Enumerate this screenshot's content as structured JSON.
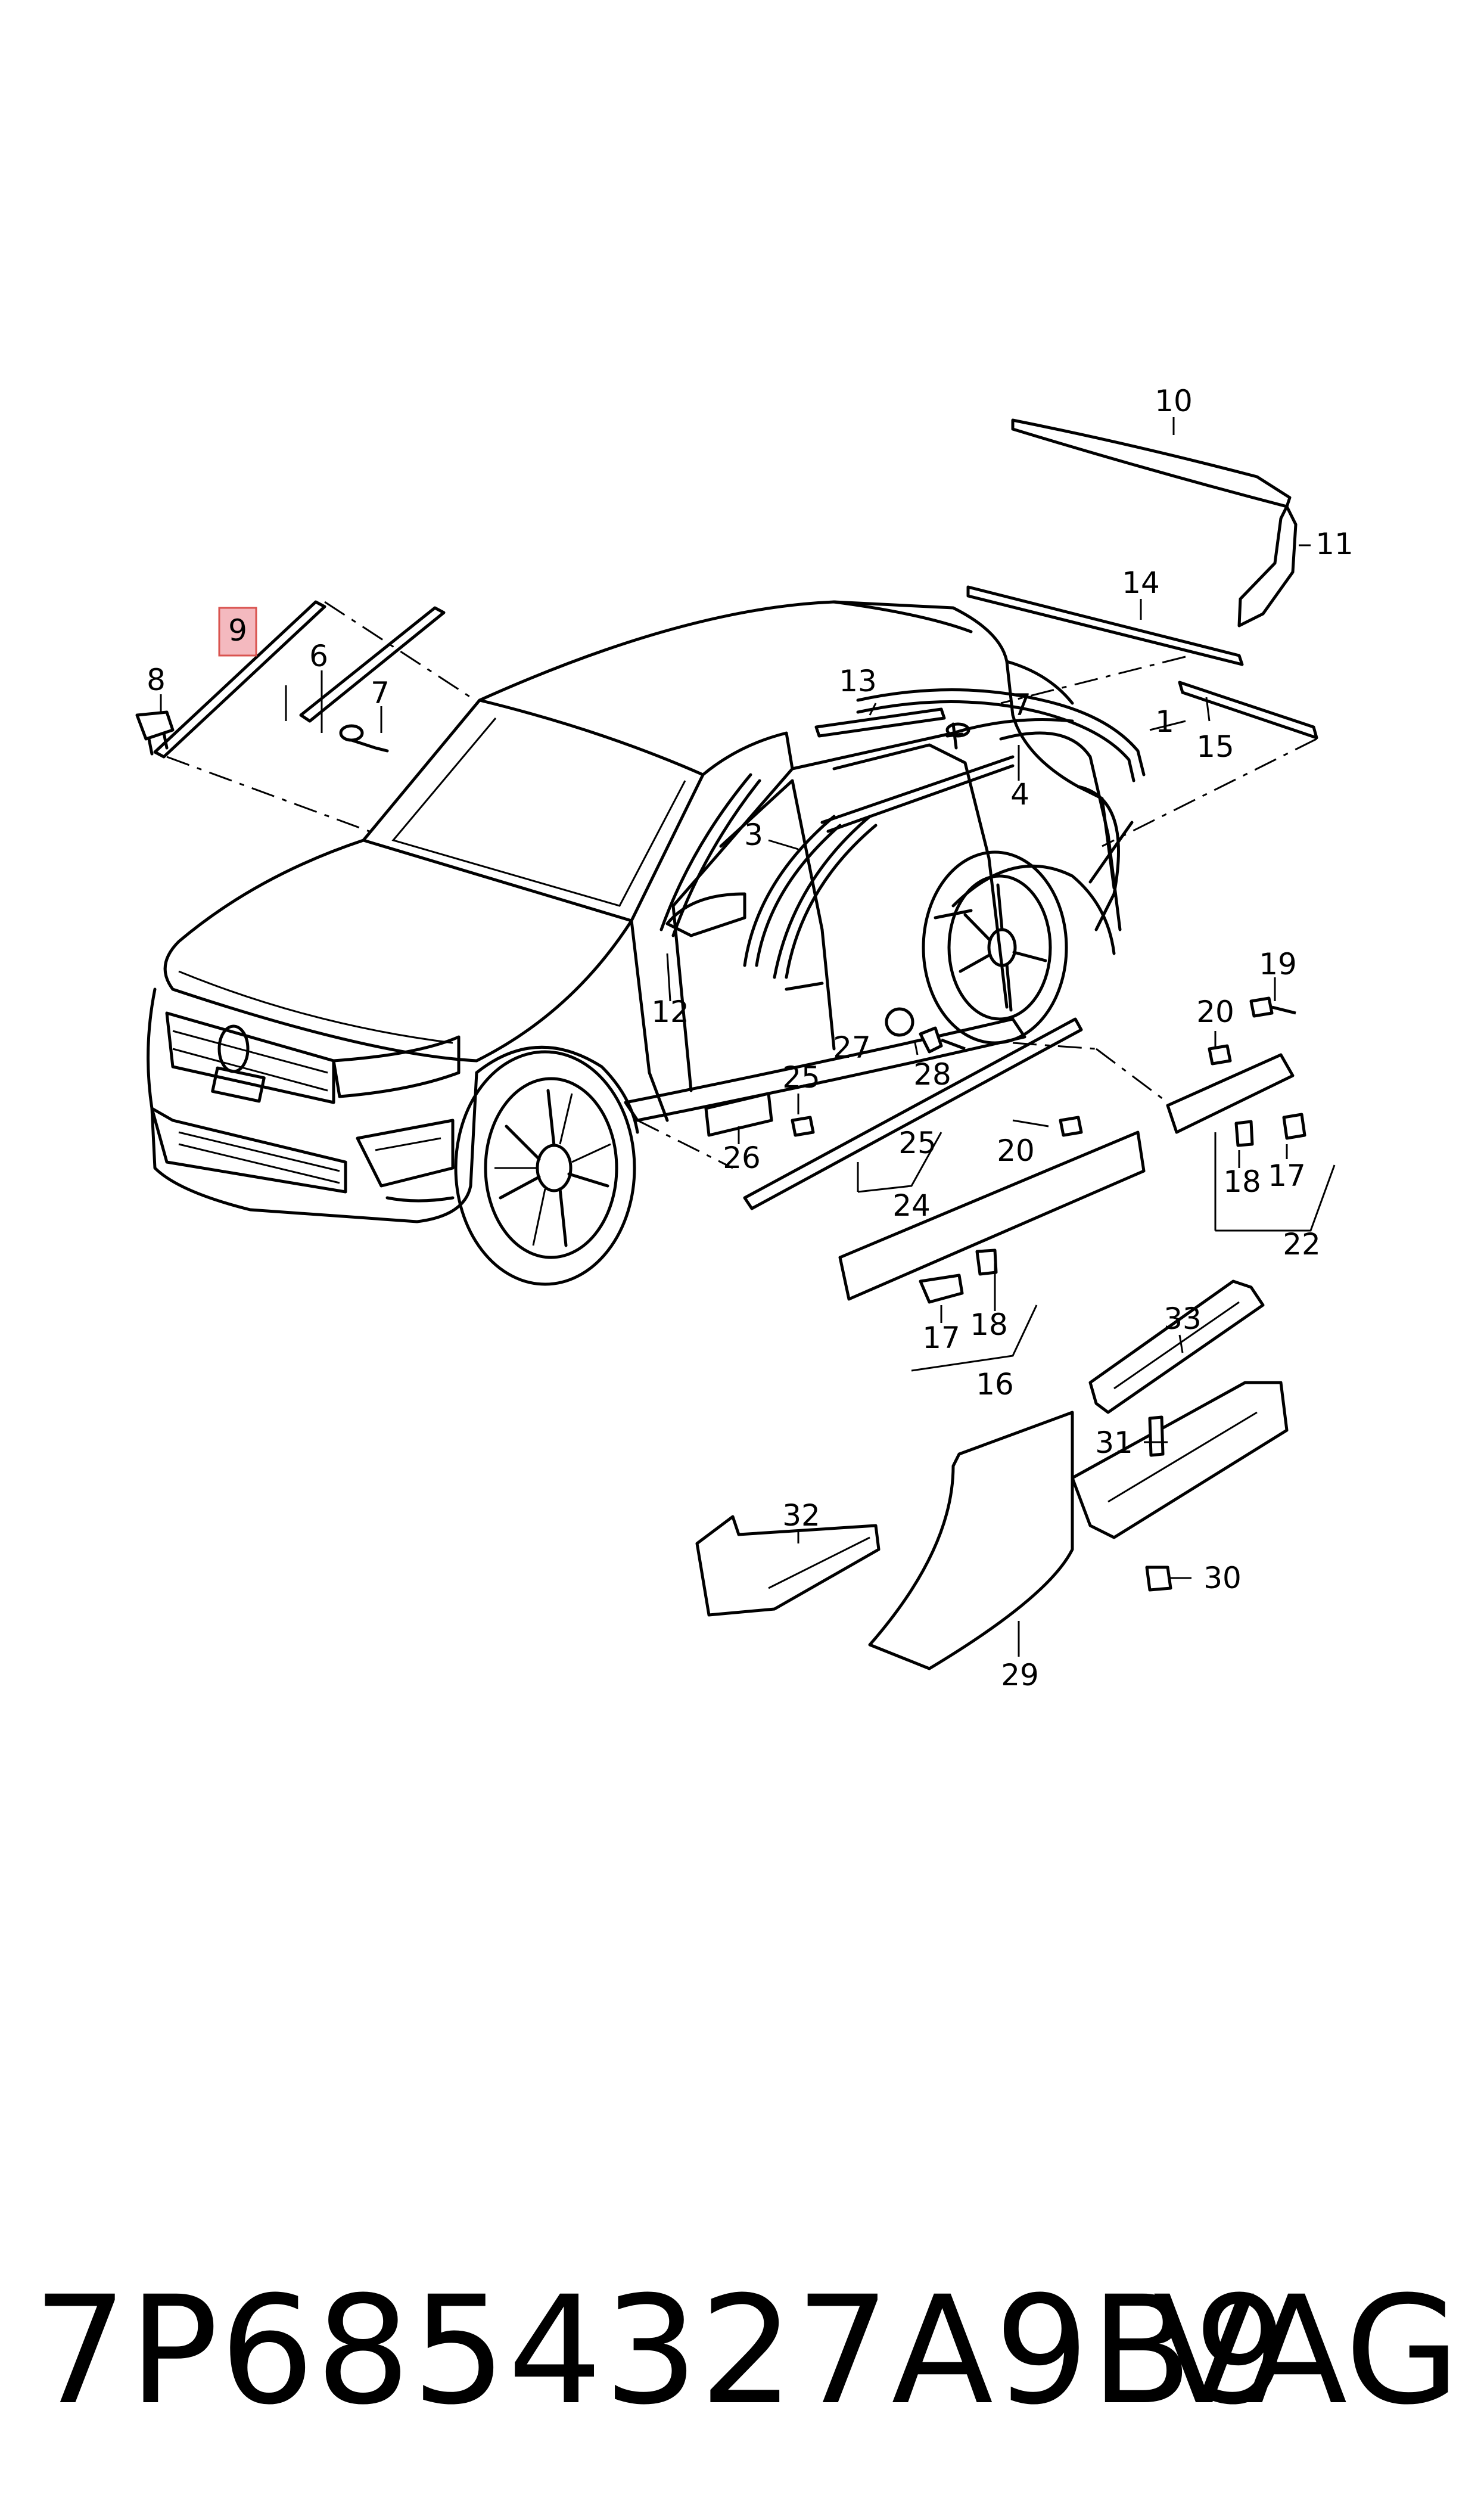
{
  "diagram": {
    "callouts": [
      "1",
      "3",
      "4",
      "6",
      "7",
      "7",
      "8",
      "9",
      "10",
      "11",
      "12",
      "13",
      "14",
      "15",
      "16",
      "17",
      "17",
      "18",
      "18",
      "19",
      "20",
      "20",
      "22",
      "24",
      "25",
      "25",
      "26",
      "27",
      "28",
      "29",
      "30",
      "31",
      "32",
      "33"
    ],
    "highlighted_callout": "9",
    "highlight_color": "#f4b9bf",
    "highlight_border": "#d9534f"
  },
  "footer": {
    "part_number": "7P6854327A9B9",
    "brand": "VAG"
  }
}
